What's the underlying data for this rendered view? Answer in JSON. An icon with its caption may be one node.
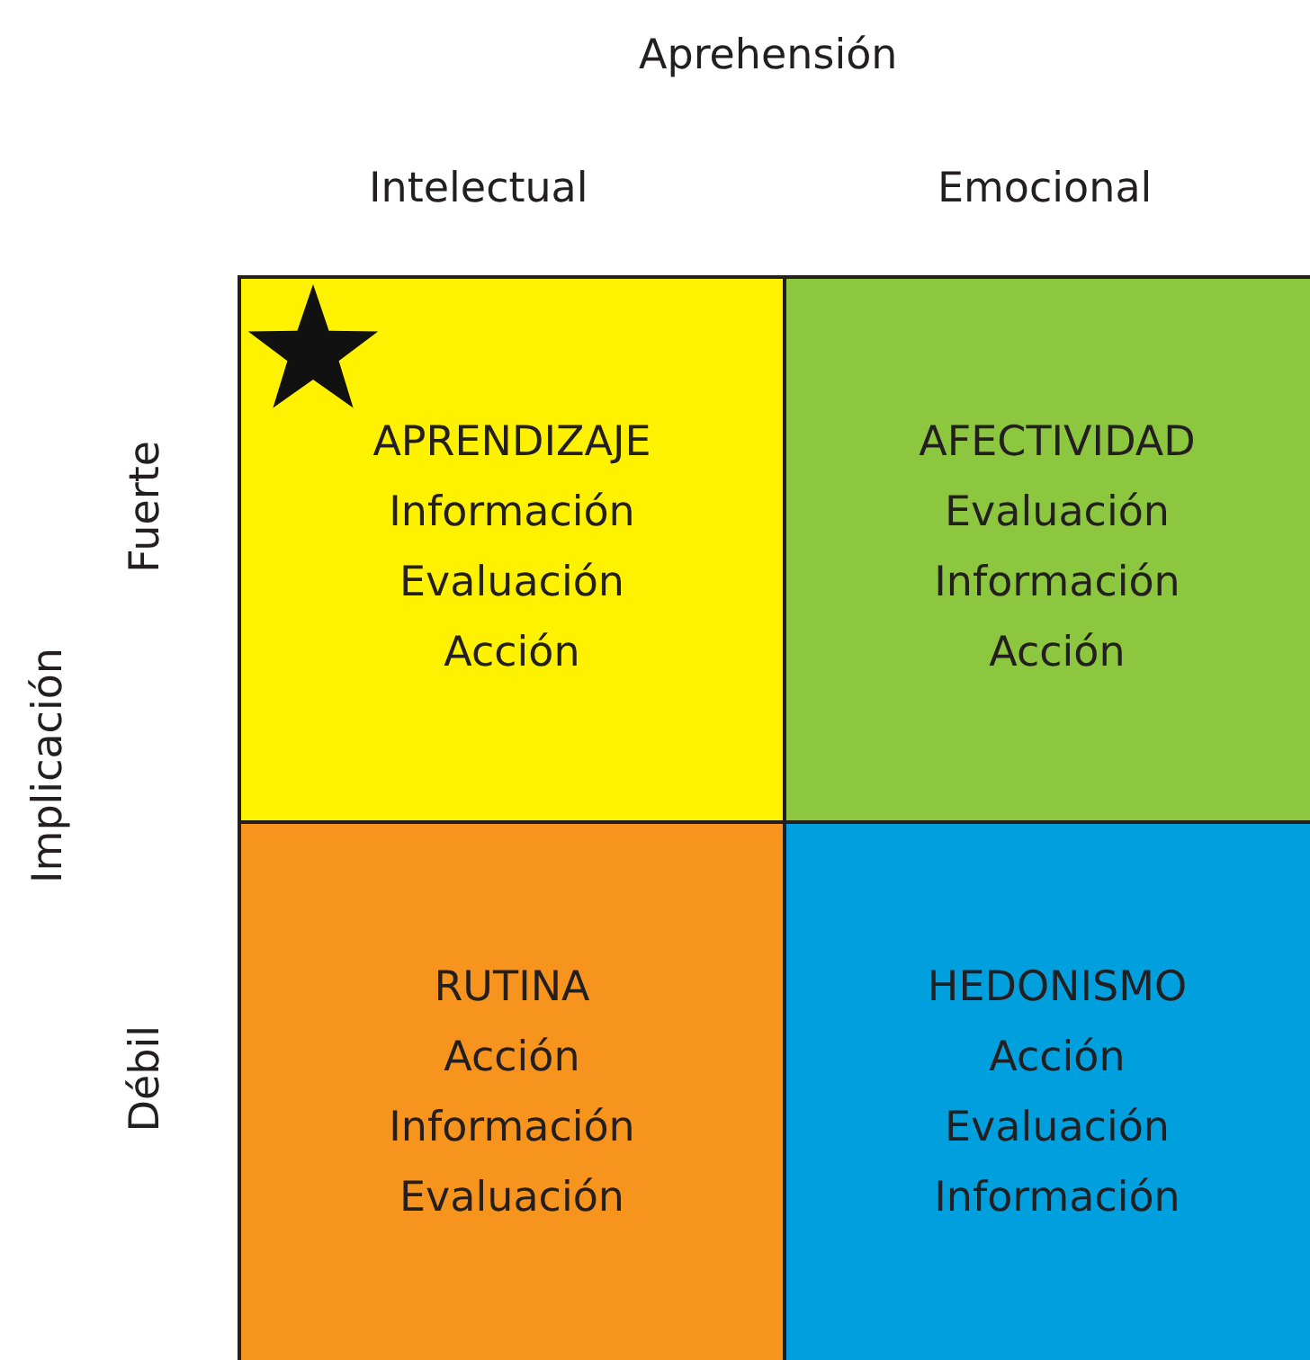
{
  "diagram": {
    "nodes": [
      {
        "text": [
          "APRENDIZAJE",
          "Información",
          "Evaluación",
          "Acción"
        ]
      },
      {
        "text": [
          "AFECTIVIDAD",
          "Evaluación",
          "Información",
          "Acción"
        ]
      },
      {
        "text": [
          "RUTINA",
          "Acción",
          "Información",
          "Evaluación"
        ]
      },
      {
        "text": [
          "HEDONISMO",
          "Acción",
          "Evaluación",
          "Información"
        ]
      }
    ],
    "edges": [],
    "labels": [
      "Aprehensión",
      "Intelectual",
      "Emocional",
      "Implicación",
      "Fuerte",
      "Débil"
    ]
  }
}
